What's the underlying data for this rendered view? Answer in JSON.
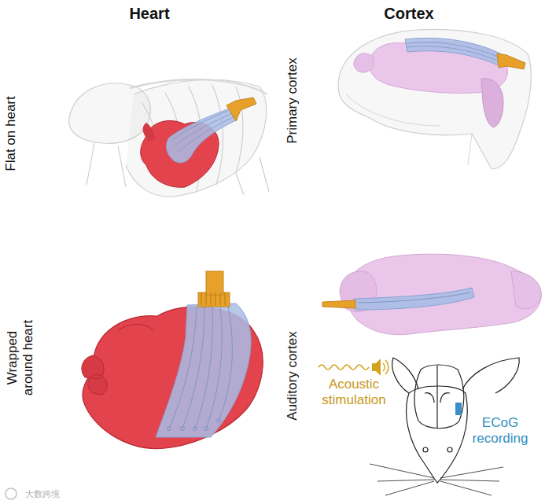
{
  "diagram": {
    "labels": [
      "Heart",
      "Cortex",
      "Flat on heart",
      "Primary cortex",
      "Wrapped around heart",
      "Auditory cortex",
      "Acoustic stimulation",
      "ECoG recording",
      "大数跨境"
    ]
  }
}
